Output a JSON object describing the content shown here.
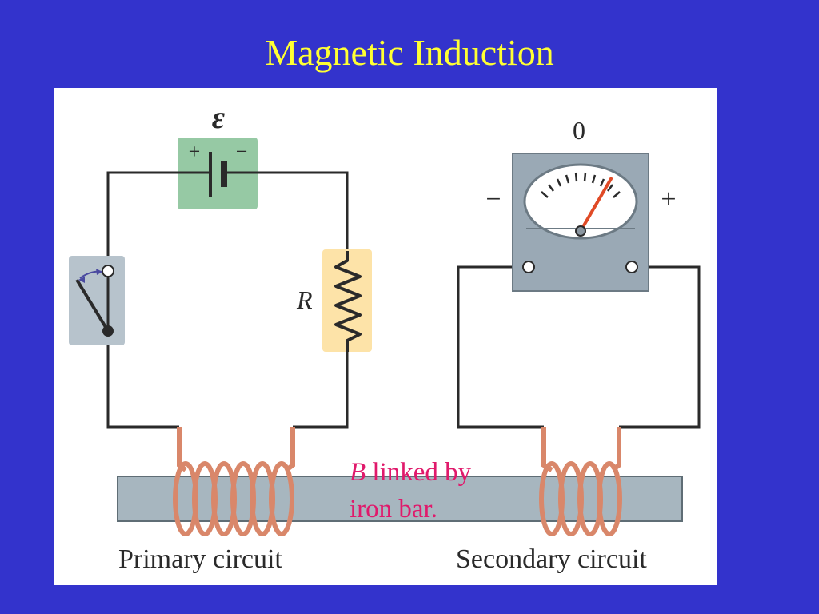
{
  "title": "Magnetic Induction",
  "primary_circuit": {
    "emf_symbol": "ε",
    "battery_plus": "+",
    "battery_minus": "−",
    "resistor_label": "R",
    "caption": "Primary circuit"
  },
  "secondary_circuit": {
    "meter_zero": "0",
    "meter_minus": "−",
    "meter_plus": "+",
    "caption": "Secondary circuit"
  },
  "annotation": {
    "symbol": "B",
    "text_line1": " linked by",
    "text_line2": "iron bar."
  },
  "colors": {
    "background": "#3333cc",
    "title": "#ffff33",
    "annotation": "#e0196b",
    "wire": "#2a2a2a",
    "coil": "#d9876a",
    "iron_bar": "#a7b6bf",
    "battery_box": "#96c9a4",
    "resistor_box": "#fde3a8",
    "switch_box": "#b7c3cc",
    "meter_body": "#9aa9b5",
    "needle": "#e04a26"
  }
}
